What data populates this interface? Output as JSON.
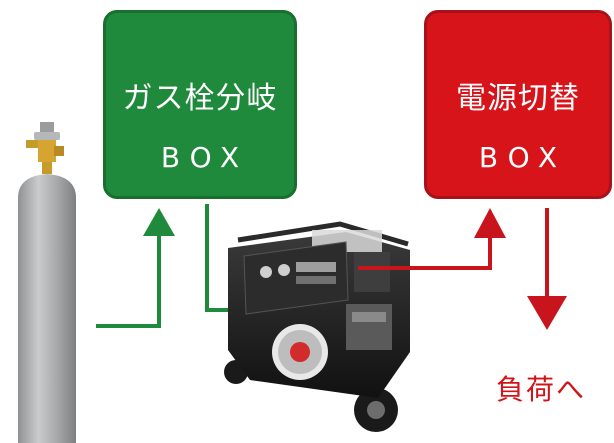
{
  "gas_box": {
    "line1": "ガス栓分岐",
    "line2": "BOX"
  },
  "power_box": {
    "line1": "電源切替",
    "line2": "BOX"
  },
  "load_label": "負荷へ",
  "colors": {
    "gas_green": "#1f8a3b",
    "power_red": "#d8141b",
    "cylinder_gray": "#a9abad",
    "generator_black": "#1c1c1c"
  }
}
